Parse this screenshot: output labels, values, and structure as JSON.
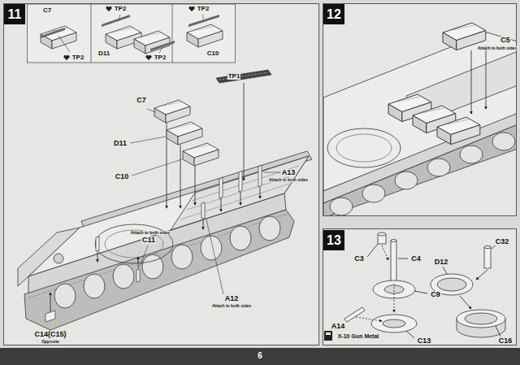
{
  "diagram": {
    "nodes": [
      {
        "text": [
          "11"
        ]
      },
      {
        "text": [
          "12"
        ]
      },
      {
        "text": [
          "13"
        ]
      }
    ],
    "labels": [
      "C7",
      "TP2",
      "TP2",
      "D11",
      "TP2",
      "TP2",
      "C10",
      "TP1",
      "C7",
      "D11",
      "C10",
      "A13",
      "Attach to both sides",
      "Attach to both sides",
      "C11",
      "A12",
      "Attach to both sides",
      "C14(C15)",
      "Opposite",
      "C5",
      "Attach to both sides",
      "C3",
      "C4",
      "C9",
      "C32",
      "D12",
      "A14",
      "X-10 Gun Metal",
      "C13",
      "C16",
      "6"
    ]
  }
}
